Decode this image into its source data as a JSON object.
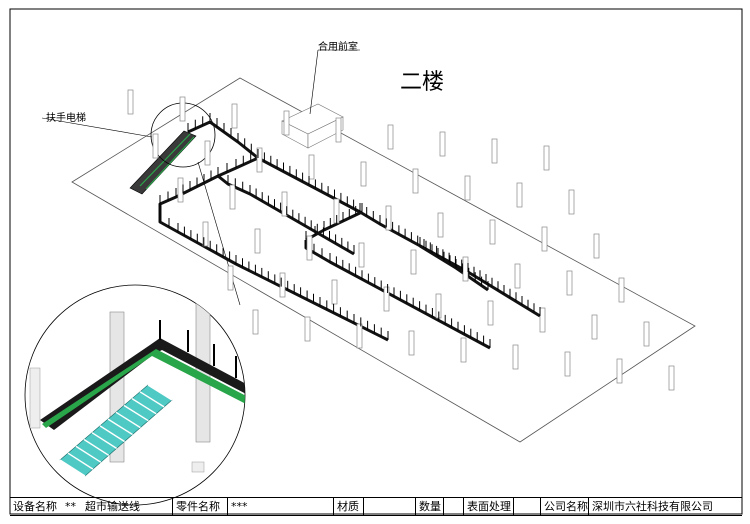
{
  "floor_label": "二楼",
  "callouts": {
    "escalator": "扶手电梯",
    "checkout": "合用前室"
  },
  "title_block": {
    "equipment_name_label": "设备名称",
    "equipment_name_code": "**",
    "equipment_name_value": "超市输送线",
    "part_name_label": "零件名称",
    "part_name_value": "***",
    "material_label": "材质",
    "material_value": "",
    "quantity_label": "数量",
    "quantity_value": "",
    "surface_label": "表面处理",
    "surface_value": "",
    "company_label": "公司名称",
    "company_value": "深圳市六社科技有限公司"
  },
  "colors": {
    "line": "#000000",
    "conveyor": "#111111",
    "accent_green": "#2aa64a",
    "escalator_cyan": "#4fc9c4",
    "column": "#8a8a8a"
  }
}
